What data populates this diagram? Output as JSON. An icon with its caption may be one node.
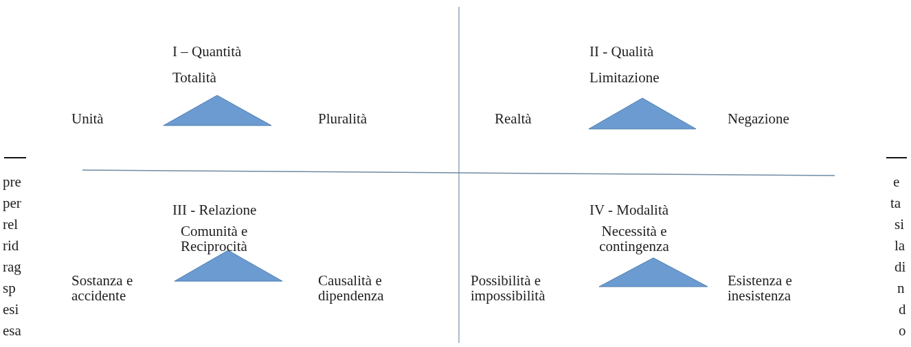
{
  "diagram": {
    "nodes": [
      {
        "text": [],
        "shape": "triangle"
      },
      {
        "text": [],
        "shape": "triangle"
      },
      {
        "text": [],
        "shape": "triangle"
      },
      {
        "text": [],
        "shape": "triangle"
      }
    ],
    "labels": [
      "I – Quantità",
      "Totalità",
      "Unità",
      "Pluralità",
      "II - Qualità",
      "Limitazione",
      "Realtà",
      "Negazione",
      "pre",
      "e",
      "per",
      "ta",
      "rel",
      "si",
      "rid",
      "la",
      "rag",
      "di",
      "sp",
      "n",
      "esi",
      "d",
      "esa",
      "o",
      "III - Relazione",
      "Comunità  e Reciprocità",
      "Sostanza e accidente",
      "Causalità e dipendenza",
      "IV - Modalità",
      "Necessità e contingenza",
      "Possibilità e impossibilità",
      "Esistenza e inesistenza"
    ]
  }
}
